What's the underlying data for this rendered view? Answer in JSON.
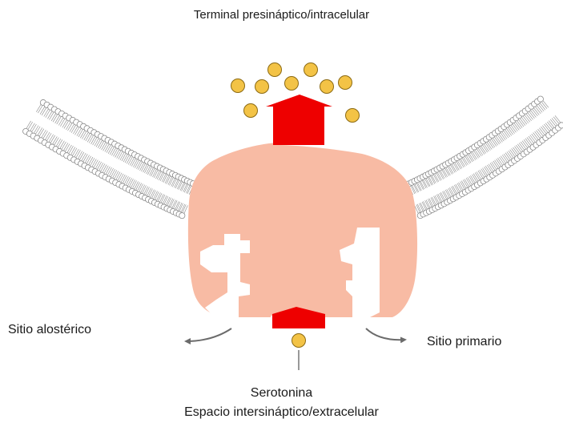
{
  "labels": {
    "top": "Terminal presináptico/intracelular",
    "allosteric_site": "Sitio alostérico",
    "primary_site": "Sitio primario",
    "serotonin": "Serotonina",
    "bottom": "Espacio intersináptico/extracelular"
  },
  "colors": {
    "transporter_body": "#f8bba4",
    "gate": "#ee0000",
    "serotonin_fill": "#f3c346",
    "serotonin_stroke": "#8c6a12",
    "membrane_bead": "#ffffff",
    "membrane_stroke": "#8a8a8a",
    "arrow": "#6b6b6b",
    "background": "#ffffff"
  },
  "serotonin_molecule_count_above": 9,
  "serotonin_molecule_count_below": 1
}
